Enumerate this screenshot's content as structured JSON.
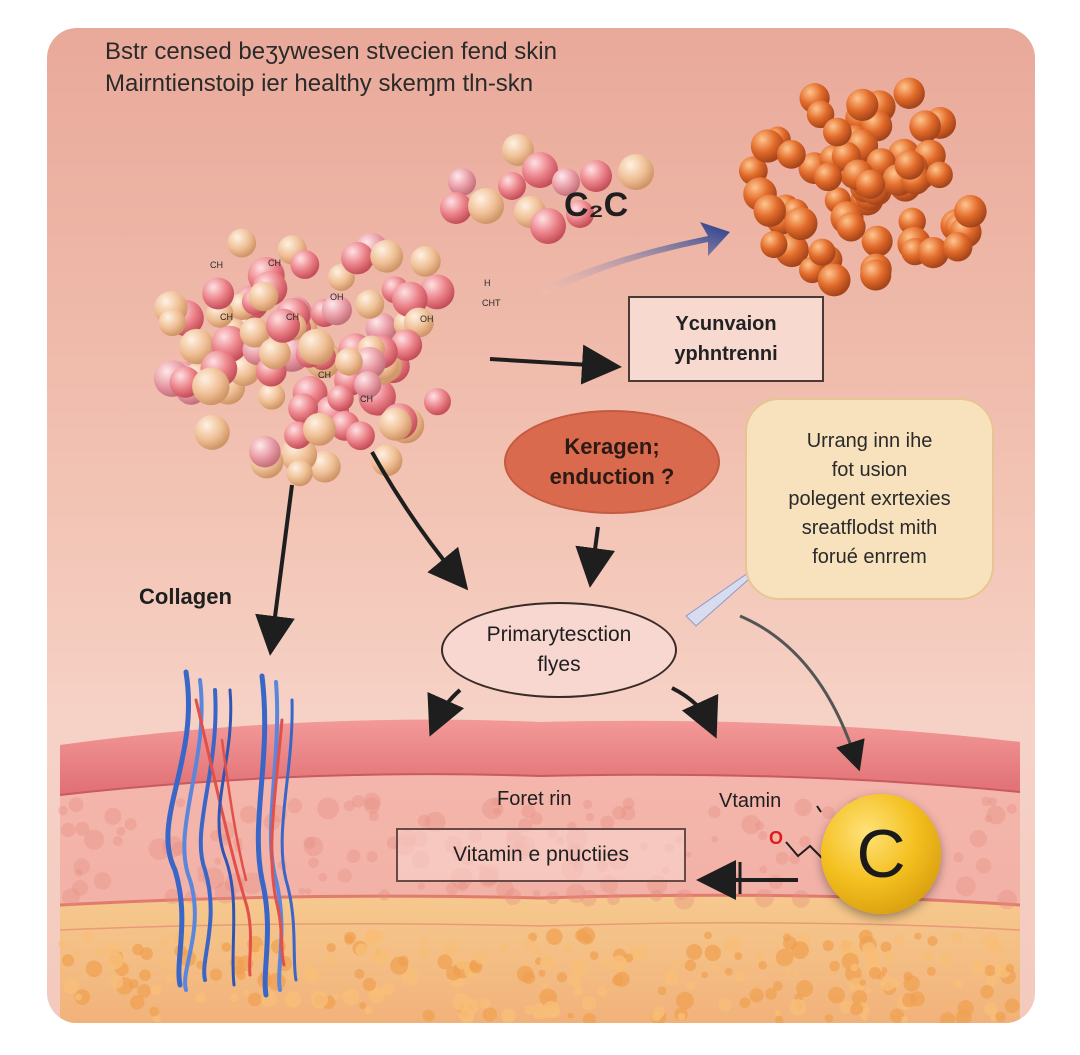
{
  "title": {
    "line1": "Bstr censed beʒywesen stvecien fend skin",
    "line2": "Mairntienstoip ier healthy skeɱm tln-skn"
  },
  "formula": "C₂C",
  "cluster_labels": [
    "CH",
    "CH",
    "OH",
    "CH",
    "CH",
    "CH",
    "OH",
    "CH",
    "CHT",
    "H"
  ],
  "boxes": {
    "yconversion": [
      "Ycunvaion",
      "yphntrenni"
    ],
    "keragen": [
      "Keragen;",
      "enduction ?"
    ],
    "bubble": [
      "Urrang inn ihe",
      "fot usion",
      "polegent exrtexies",
      "sreatflodst mith",
      "forué enrrem"
    ],
    "primary": [
      "Primarytesction",
      "flyes"
    ],
    "vitamin_box": "Vitamin  e pnuctiies"
  },
  "labels": {
    "collagen": "Collagen",
    "foret": "Foret rin",
    "vtamin": "Vtamin",
    "vitamin_c": "C",
    "o_atom": "O"
  },
  "colors": {
    "arrow_blue": "#1f3b8f",
    "skin_top": "#e9787a",
    "vitamin_gold": "#f4c020",
    "fiber_blue": "#3a66c8",
    "fiber_red": "#e2504a"
  }
}
